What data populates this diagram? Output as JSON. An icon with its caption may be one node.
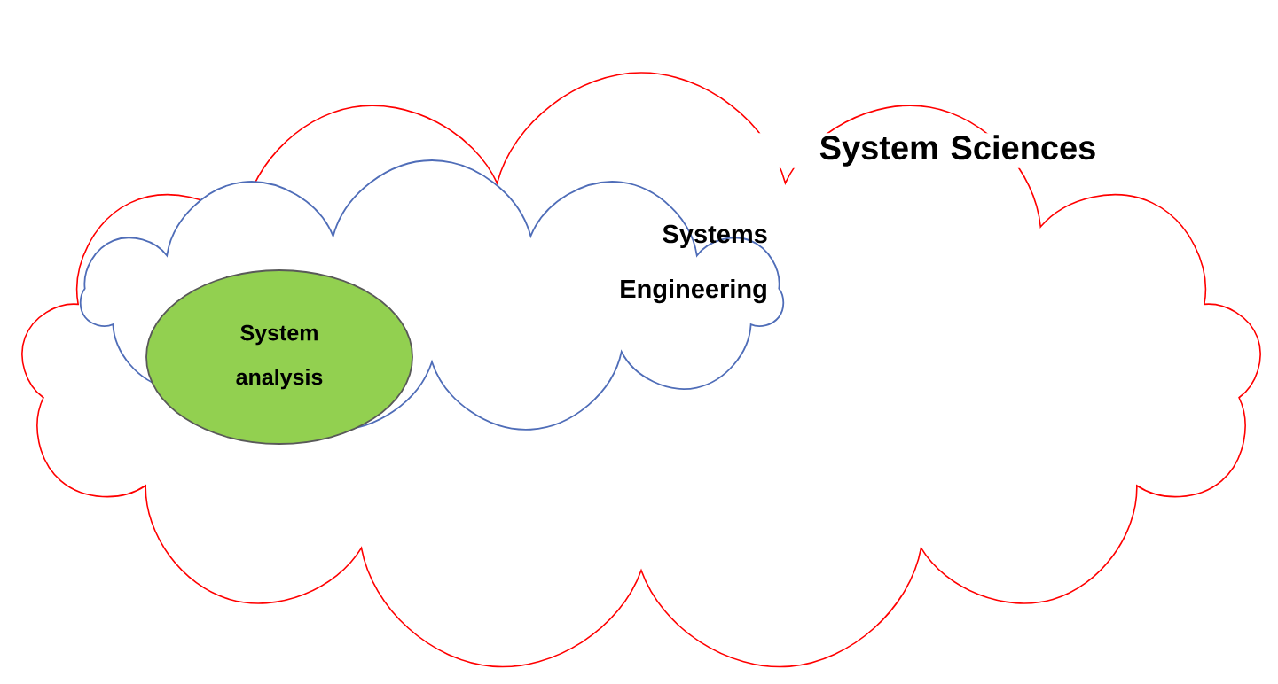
{
  "diagram": {
    "nodes": [
      {
        "text": [
          "System Sciences"
        ]
      },
      {
        "text": [
          "Systems Engineering"
        ],
        "in": 0
      },
      {
        "text": [
          "System analysis"
        ],
        "in": 1
      }
    ]
  }
}
